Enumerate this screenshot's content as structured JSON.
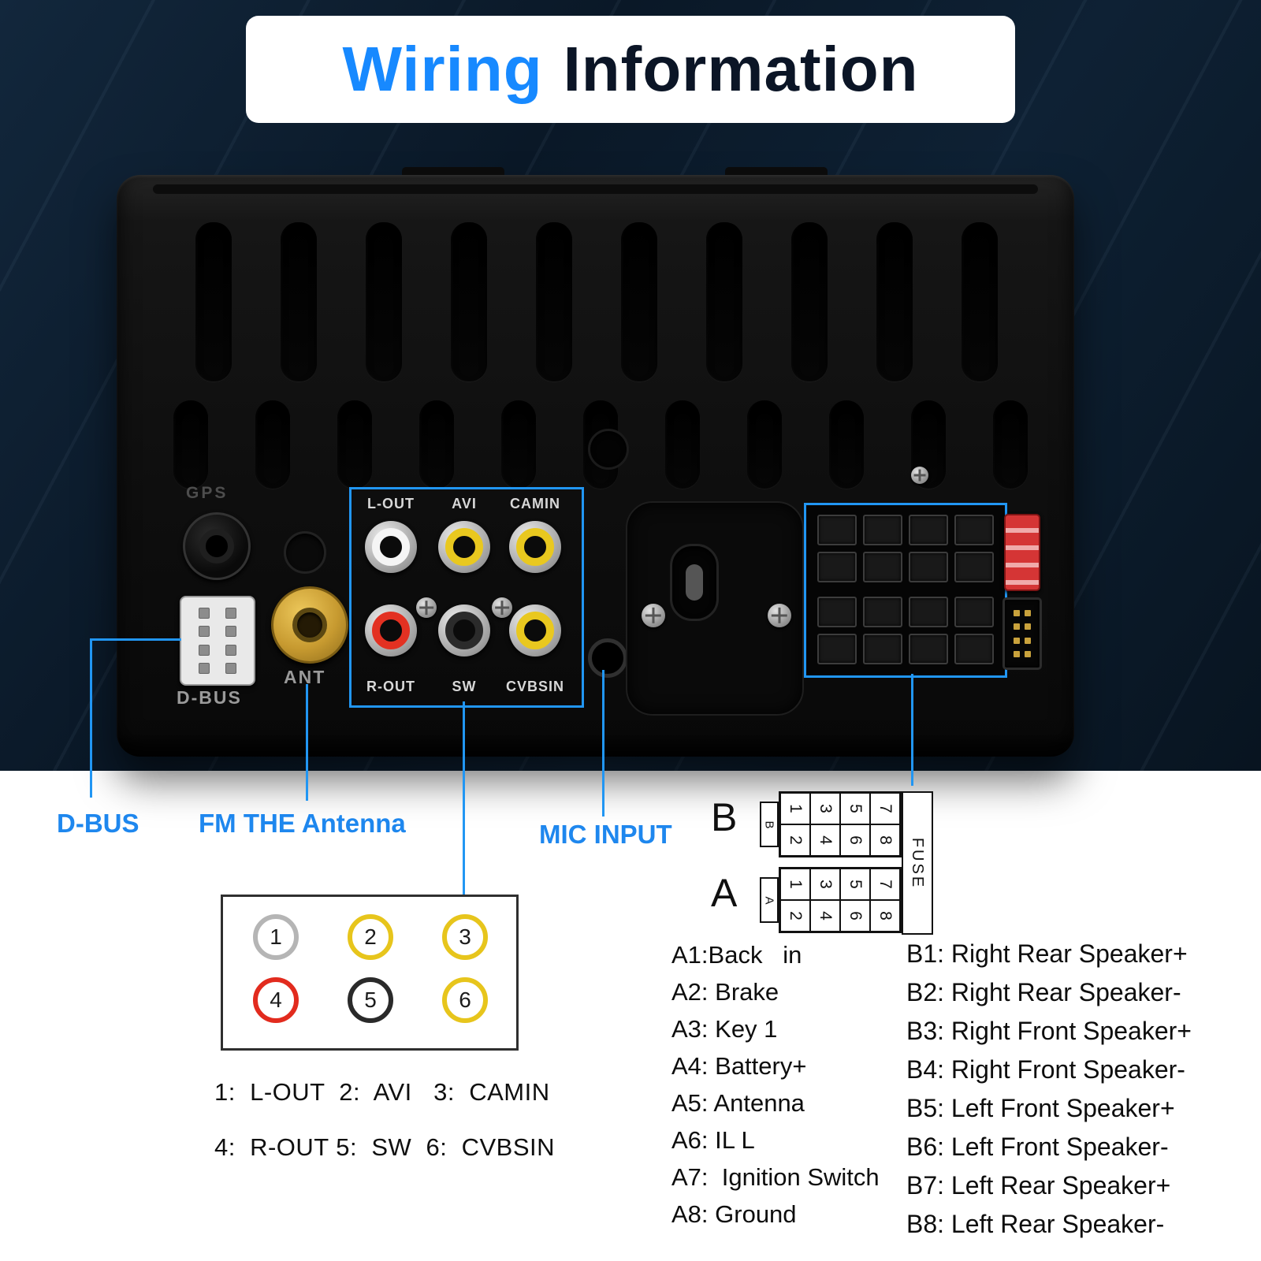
{
  "title": {
    "word1": "Wiring",
    "word2": "Information"
  },
  "colors": {
    "accent_blue": "#2196f3",
    "title_blue": "#1789ff",
    "callout_blue": "#1e87ee",
    "background_dark": "#0b1a29",
    "fuse_red": "#d53535",
    "antenna_gold": "#c79a30"
  },
  "device": {
    "gps_label": "GPS",
    "dbus_label": "D-BUS",
    "ant_label": "ANT",
    "rca_top": [
      {
        "label": "L-OUT",
        "color": "#f5f5f5"
      },
      {
        "label": "AVI",
        "color": "#e9c81f"
      },
      {
        "label": "CAMIN",
        "color": "#e9c81f"
      }
    ],
    "rca_bottom": [
      {
        "label": "R-OUT",
        "color": "#e33122"
      },
      {
        "label": "SW",
        "color": "#2b2b2b"
      },
      {
        "label": "CVBSIN",
        "color": "#e9c81f"
      }
    ]
  },
  "callouts": {
    "dbus": "D-BUS",
    "fm_antenna": "FM THE Antenna",
    "mic_input": "MIC INPUT"
  },
  "rca_diagram": {
    "circles": [
      {
        "num": "1",
        "color": "#b5b5b5"
      },
      {
        "num": "2",
        "color": "#e7c51c"
      },
      {
        "num": "3",
        "color": "#e7c51c"
      },
      {
        "num": "4",
        "color": "#e22b1e"
      },
      {
        "num": "5",
        "color": "#2a2a2a"
      },
      {
        "num": "6",
        "color": "#e7c51c"
      }
    ],
    "legend_line1": "1:  L-OUT  2:  AVI   3:  CAMIN",
    "legend_line2": "4:  R-OUT 5:  SW  6:  CVBSIN"
  },
  "iso_diagram": {
    "letter_top": "B",
    "letter_bottom": "A",
    "fuse_label": "FUSE",
    "pins_top_row": [
      "1",
      "3",
      "5",
      "7"
    ],
    "pins_bottom_row": [
      "2",
      "4",
      "6",
      "8"
    ]
  },
  "pin_table": {
    "a": [
      "A1:Back   in",
      "A2: Brake",
      "A3: Key 1",
      "A4: Battery+",
      "A5: Antenna",
      "A6: IL L",
      "A7:  Ignition Switch",
      "A8: Ground"
    ],
    "b": [
      "B1: Right Rear Speaker+",
      "B2: Right Rear Speaker-",
      "B3: Right Front Speaker+",
      "B4: Right Front Speaker-",
      "B5: Left Front Speaker+",
      "B6: Left Front Speaker-",
      "B7: Left Rear Speaker+",
      "B8: Left Rear Speaker-"
    ]
  }
}
